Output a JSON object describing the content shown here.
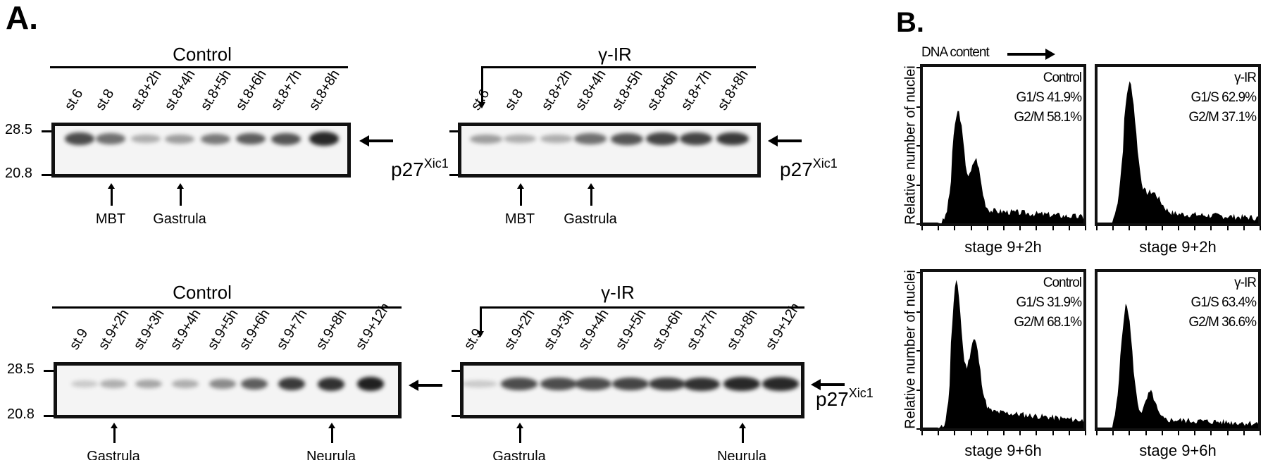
{
  "panel_a": {
    "letter": "A.",
    "mw_markers": [
      "28.5",
      "20.8"
    ],
    "protein_label": {
      "main": "p27",
      "sup": "Xic1"
    },
    "blots": [
      {
        "title": "Control",
        "lanes": [
          "st.6",
          "st.8",
          "st.8+2h",
          "st.8+4h",
          "st.8+5h",
          "st.8+6h",
          "st.8+7h",
          "st.8+8h"
        ],
        "band_intensity": [
          0.75,
          0.55,
          0.2,
          0.3,
          0.5,
          0.65,
          0.7,
          0.95
        ],
        "markers": [
          {
            "label": "MBT",
            "lane": 1
          },
          {
            "label": "Gastrula",
            "lane": 3
          }
        ]
      },
      {
        "title": "γ-IR",
        "lanes": [
          "st.6",
          "st.8",
          "st.8+2h",
          "st.8+4h",
          "st.8+5h",
          "st.8+6h",
          "st.8+7h",
          "st.8+8h"
        ],
        "band_intensity": [
          0.3,
          0.2,
          0.2,
          0.55,
          0.7,
          0.8,
          0.8,
          0.85
        ],
        "markers": [
          {
            "label": "MBT",
            "lane": 1
          },
          {
            "label": "Gastrula",
            "lane": 3
          }
        ]
      },
      {
        "title": "Control",
        "lanes": [
          "st.9",
          "st.9+2h",
          "st.9+3h",
          "st.9+4h",
          "st.9+5h",
          "st.9+6h",
          "st.9+7h",
          "st.9+8h",
          "st.9+12h"
        ],
        "band_intensity": [
          0.05,
          0.2,
          0.25,
          0.2,
          0.4,
          0.65,
          0.85,
          0.9,
          1.0
        ],
        "markers": [
          {
            "label": "Gastrula",
            "lane": 1
          },
          {
            "label": "Neurula",
            "lane": 7
          }
        ]
      },
      {
        "title": "γ-IR",
        "lanes": [
          "st.9",
          "st.9+2h",
          "st.9+3h",
          "st.9+4h",
          "st.9+5h",
          "st.9+6h",
          "st.9+7h",
          "st.9+8h",
          "st.9+12h"
        ],
        "band_intensity": [
          0.05,
          0.75,
          0.75,
          0.75,
          0.8,
          0.85,
          0.9,
          0.95,
          0.95
        ],
        "markers": [
          {
            "label": "Gastrula",
            "lane": 1
          },
          {
            "label": "Neurula",
            "lane": 7
          }
        ]
      }
    ]
  },
  "panel_b": {
    "letter": "B.",
    "x_axis_label": "DNA content",
    "y_axis_label": "Relative number of nuclei",
    "plots": [
      {
        "condition": "Control",
        "g1s": "G1/S 41.9%",
        "g2m": "G2/M 58.1%",
        "stage": "stage 9+2h"
      },
      {
        "condition": "γ-IR",
        "g1s": "G1/S 62.9%",
        "g2m": "G2/M 37.1%",
        "stage": "stage 9+2h"
      },
      {
        "condition": "Control",
        "g1s": "G1/S 31.9%",
        "g2m": "G2/M 68.1%",
        "stage": "stage 9+6h"
      },
      {
        "condition": "γ-IR",
        "g1s": "G1/S 63.4%",
        "g2m": "G2/M 36.6%",
        "stage": "stage 9+6h"
      }
    ]
  }
}
